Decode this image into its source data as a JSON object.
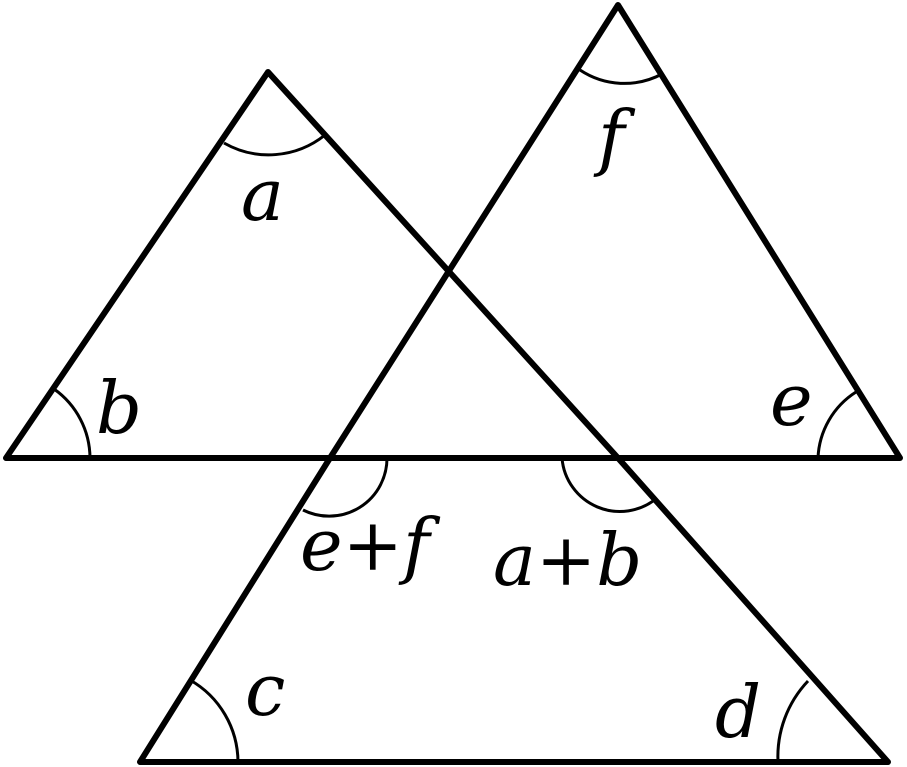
{
  "diagram": {
    "labels": {
      "a": "a",
      "b": "b",
      "c": "c",
      "d": "d",
      "e": "e",
      "f": "f",
      "ef": "e+f",
      "ab": "a+b"
    },
    "stroke_color": "#000000",
    "background": "#ffffff"
  }
}
